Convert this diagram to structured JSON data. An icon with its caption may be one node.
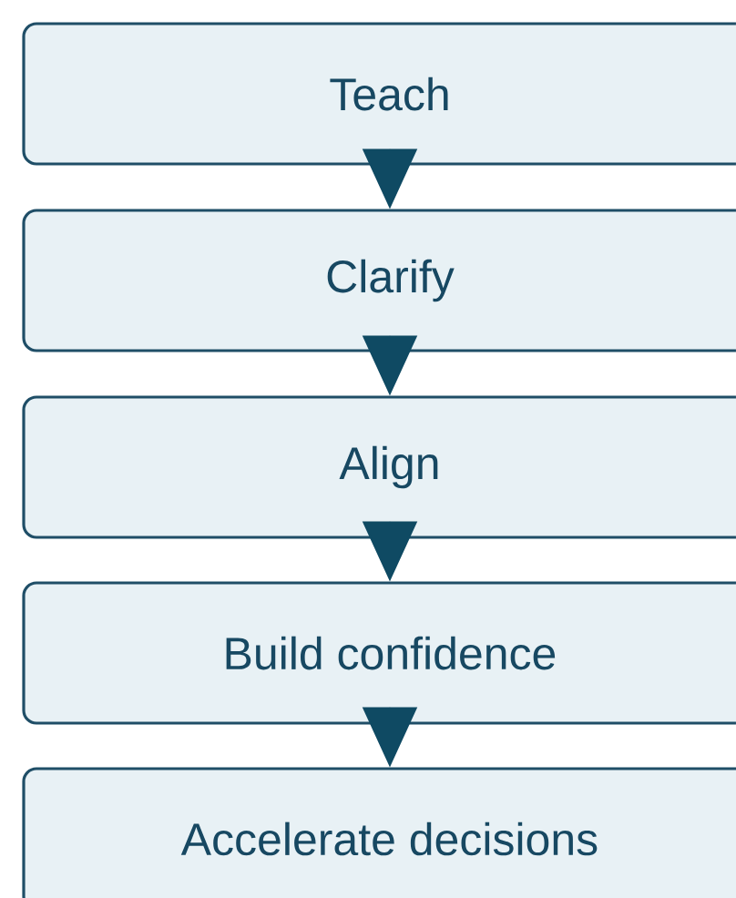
{
  "diagram": {
    "nodes": [
      {
        "text": [
          "Teach"
        ]
      },
      {
        "text": [
          "Clarify"
        ]
      },
      {
        "text": [
          "Align"
        ]
      },
      {
        "text": [
          "Build confidence"
        ]
      },
      {
        "text": [
          "Accelerate decisions"
        ]
      }
    ],
    "edges": [
      {
        "from": 0,
        "to": 1,
        "arrow": "to"
      },
      {
        "from": 1,
        "to": 2,
        "arrow": "to"
      },
      {
        "from": 2,
        "to": 3,
        "arrow": "to"
      },
      {
        "from": 3,
        "to": 4,
        "arrow": "to"
      }
    ]
  }
}
